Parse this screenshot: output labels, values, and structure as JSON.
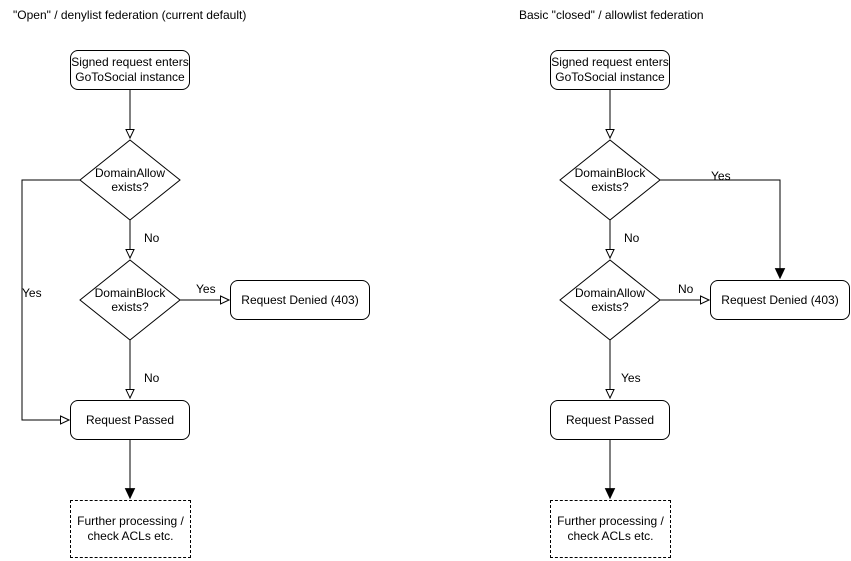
{
  "colors": {
    "background": "#ffffff",
    "stroke": "#000000",
    "text": "#000000"
  },
  "charts": {
    "left": {
      "title": "\"Open\" / denylist federation (current default)",
      "nodes": {
        "start": {
          "line1": "Signed request enters",
          "line2": "GoToSocial instance"
        },
        "decision1": {
          "line1": "DomainAllow",
          "line2": "exists?"
        },
        "decision2": {
          "line1": "DomainBlock",
          "line2": "exists?"
        },
        "denied": {
          "label": "Request Denied (403)"
        },
        "passed": {
          "label": "Request Passed"
        },
        "further": {
          "line1": "Further processing /",
          "line2": "check ACLs etc."
        }
      },
      "edges": {
        "decision1_no": "No",
        "decision1_yes": "Yes",
        "decision2_yes": "Yes",
        "decision2_no": "No"
      }
    },
    "right": {
      "title": "Basic \"closed\" / allowlist federation",
      "nodes": {
        "start": {
          "line1": "Signed request enters",
          "line2": "GoToSocial instance"
        },
        "decision1": {
          "line1": "DomainBlock",
          "line2": "exists?"
        },
        "decision2": {
          "line1": "DomainAllow",
          "line2": "exists?"
        },
        "denied": {
          "label": "Request Denied (403)"
        },
        "passed": {
          "label": "Request Passed"
        },
        "further": {
          "line1": "Further processing /",
          "line2": "check ACLs etc."
        }
      },
      "edges": {
        "decision1_no": "No",
        "decision1_yes": "Yes",
        "decision2_no": "No",
        "decision2_yes": "Yes"
      }
    }
  }
}
